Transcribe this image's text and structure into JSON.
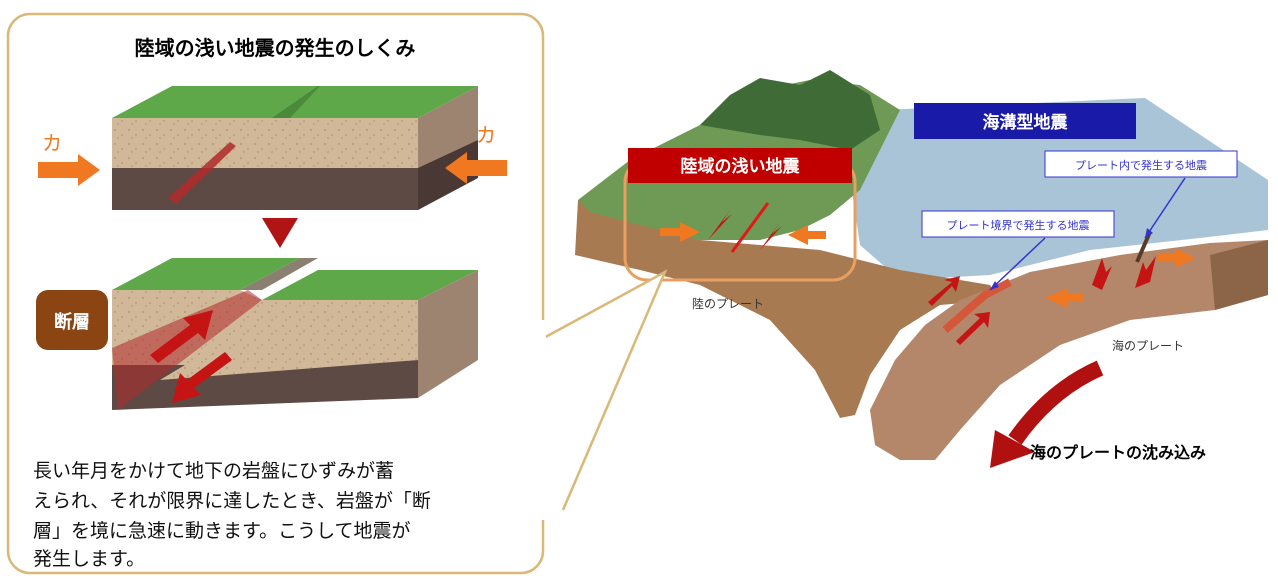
{
  "callout": {
    "title": "陸域の浅い地震の発生のしくみ",
    "force_left": "カ",
    "force_right": "カ",
    "fault_label": "断層",
    "description_lines": [
      "長い年月をかけて地下の岩盤にひずみが蓄",
      "えられ、それが限界に達したとき、岩盤が「断",
      "層」を境に急速に動きます。こうして地震が",
      "発生します。"
    ]
  },
  "main": {
    "shallow_quake_label": "陸域の浅い地震",
    "trench_quake_label": "海溝型地震",
    "intraplate_label": "プレート内で発生する地震",
    "interplate_label": "プレート境界で発生する地震",
    "land_plate_label": "陸のプレート",
    "ocean_plate_label": "海のプレート",
    "subduction_label": "海のプレートの沈み込み"
  },
  "colors": {
    "callout_border": "#d9b878",
    "shallow_box": "#c00000",
    "trench_box": "#1a1aa8",
    "force_arrow": "#f07820",
    "fault_arrow": "#c41414",
    "fault_badge": "#8b4513",
    "blue_callout": "#3333cc",
    "sea": "#a9c4d6",
    "plate": "#a87a52",
    "grass": "#5fa84a"
  }
}
